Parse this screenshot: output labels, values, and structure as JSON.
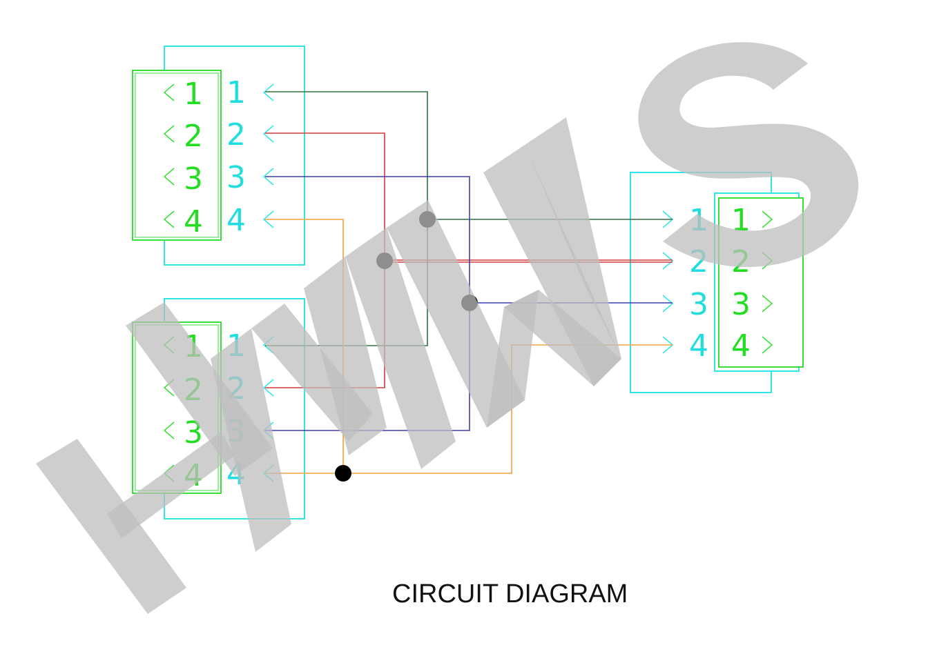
{
  "caption": "CIRCUIT DIAGRAM",
  "watermark": "HMWS",
  "colors": {
    "housing_outer": "#2ee6e6",
    "housing_inner": "#36e036",
    "pin_green": "#22dd22",
    "pin_cyan": "#22dddd",
    "wire_1": "#2e6e3e",
    "wire_2": "#d23a3a",
    "wire_3": "#3a3ab8",
    "wire_4": "#f0a040",
    "junction": "#000000",
    "watermark": "#c4c4c4"
  },
  "connectors": {
    "top_left": {
      "inner_pins": [
        "1",
        "2",
        "3",
        "4"
      ],
      "outer_pins": [
        "1",
        "2",
        "3",
        "4"
      ]
    },
    "bottom_left": {
      "inner_pins": [
        "1",
        "2",
        "3",
        "4"
      ],
      "outer_pins": [
        "1",
        "2",
        "3",
        "4"
      ]
    },
    "right": {
      "outer_pins": [
        "1",
        "2",
        "3",
        "4"
      ],
      "inner_pins": [
        "1",
        "2",
        "3",
        "4"
      ]
    }
  },
  "wires": [
    "1",
    "2",
    "3",
    "4"
  ]
}
